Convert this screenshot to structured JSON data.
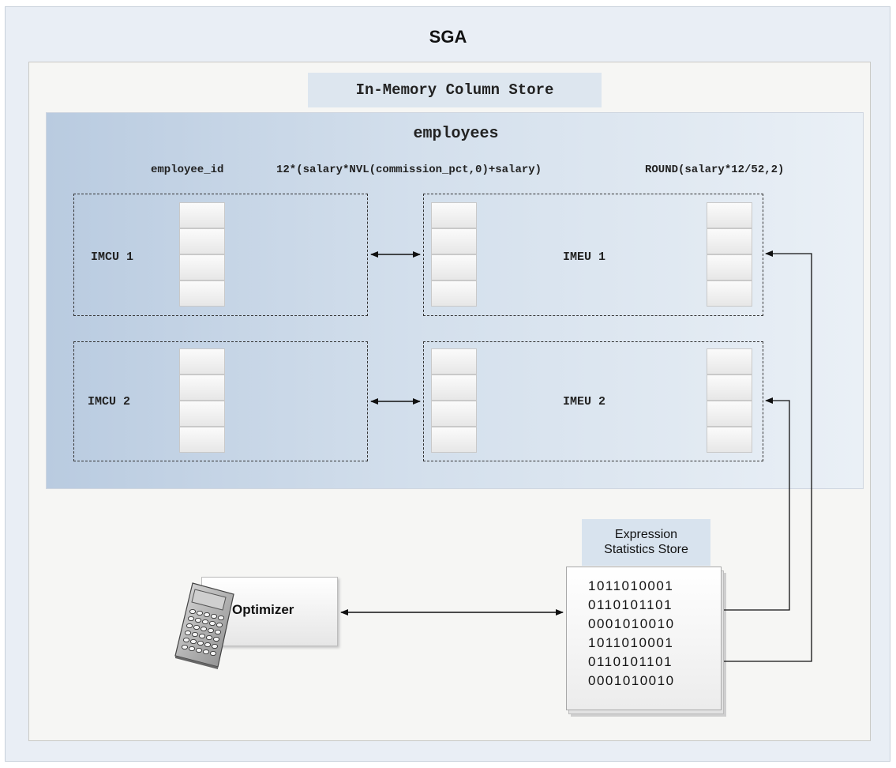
{
  "sga_title": "SGA",
  "column_store_title": "In-Memory Column Store",
  "table_name": "employees",
  "column_headers": [
    "employee_id",
    "12*(salary*NVL(commission_pct,0)+salary)",
    "ROUND(salary*12/52,2)"
  ],
  "imcus": [
    {
      "label": "IMCU 1"
    },
    {
      "label": "IMCU 2"
    }
  ],
  "imeus": [
    {
      "label": "IMEU 1"
    },
    {
      "label": "IMEU 2"
    }
  ],
  "expression_store": {
    "title_line1": "Expression",
    "title_line2": "Statistics Store",
    "bits": [
      "1011010001",
      "0110101101",
      "0001010010",
      "1011010001",
      "0110101101",
      "0001010010"
    ]
  },
  "optimizer_label": "Optimizer",
  "icons": {
    "optimizer": "calculator-icon"
  }
}
